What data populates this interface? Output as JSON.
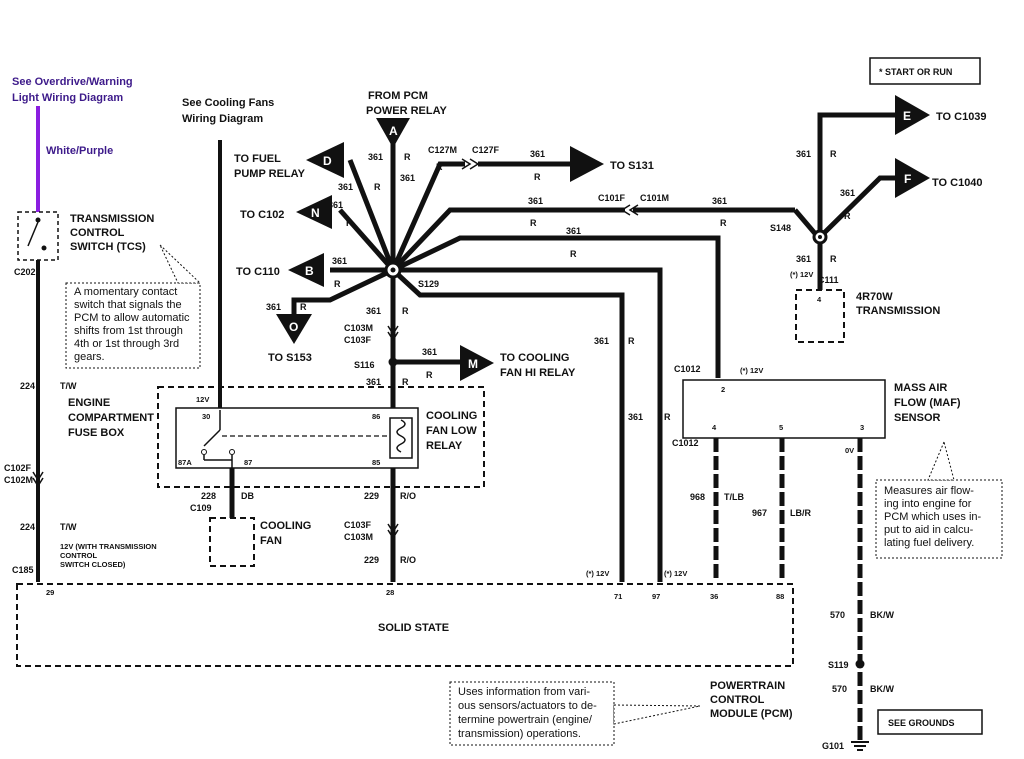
{
  "overdrive": {
    "line1": "See Overdrive/Warning",
    "line2": "Light Wiring Diagram",
    "wire_label": "White/Purple",
    "wire_color": "#8a1ee0"
  },
  "cooling_ref": {
    "line1": "See Cooling Fans",
    "line2": "Wiring Diagram"
  },
  "pcm_relay": {
    "line1": "FROM PCM",
    "line2": "POWER RELAY",
    "letter": "A"
  },
  "start_run": "* START OR RUN",
  "connectors": {
    "D": {
      "letter": "D",
      "line1": "TO FUEL",
      "line2": "PUMP RELAY"
    },
    "N": {
      "letter": "N",
      "label": "TO C102"
    },
    "B": {
      "letter": "B",
      "label": "TO C110"
    },
    "O": {
      "letter": "O",
      "label": "TO S153"
    },
    "M": {
      "letter": "M",
      "line1": "TO COOLING",
      "line2": "FAN HI RELAY"
    },
    "E": {
      "letter": "E",
      "label": "TO C1039"
    },
    "F": {
      "letter": "F",
      "label": "TO C1040"
    },
    "S131": {
      "label": "TO S131"
    }
  },
  "circuits": {
    "c361": "361",
    "r": "R",
    "c224": "224",
    "tw": "T/W",
    "c228": "228",
    "db": "DB",
    "c229": "229",
    "ro": "R/O",
    "c968": "968",
    "tlb": "T/LB",
    "c967": "967",
    "lbr": "LB/R",
    "c570": "570",
    "bkw": "BK/W"
  },
  "splices": {
    "S129": "S129",
    "S116": "S116",
    "S148": "S148",
    "S119": "S119",
    "C127M": "C127M",
    "C127F": "C127F",
    "C101F": "C101F",
    "C101M": "C101M",
    "C103M": "C103M",
    "C103F": "C103F",
    "C103F2": "C103F",
    "C103M2": "C103M",
    "C102F": "C102F",
    "C102M": "C102M",
    "C109": "C109",
    "C111": "C111",
    "C202": "C202",
    "C185": "C185",
    "C1012a": "C1012",
    "C1012b": "C1012",
    "G101": "G101"
  },
  "tcs": {
    "line1": "TRANSMISSION",
    "line2": "CONTROL",
    "line3": "SWITCH (TCS)"
  },
  "tcs_note": [
    "A momentary contact",
    "switch that signals the",
    "PCM to allow automatic",
    "shifts from 1st through",
    "4th or 1st through 3rd",
    "gears."
  ],
  "fuse_box": {
    "line1": "ENGINE",
    "line2": "COMPARTMENT",
    "line3": "FUSE BOX",
    "v12": "12V",
    "p30": "30",
    "p86": "86",
    "p87a": "87A",
    "p87": "87",
    "p85": "85"
  },
  "relay": {
    "line1": "COOLING",
    "line2": "FAN LOW",
    "line3": "RELAY"
  },
  "fan": {
    "line1": "COOLING",
    "line2": "FAN"
  },
  "trans": {
    "pin": "4",
    "line1": "4R70W",
    "line2": "TRANSMISSION",
    "v": "(*) 12V"
  },
  "maf": {
    "line1": "MASS AIR",
    "line2": "FLOW (MAF)",
    "line3": "SENSOR",
    "p2": "2",
    "p4": "4",
    "p5": "5",
    "p3": "3",
    "v": "(*) 12V",
    "ov": "0V"
  },
  "maf_note": [
    "Measures air flow-",
    "ing into engine for",
    "PCM which uses in-",
    "put to aid in calcu-",
    "lating fuel delivery."
  ],
  "pcm": {
    "center": "SOLID STATE",
    "line1": "POWERTRAIN",
    "line2": "CONTROL",
    "line3": "MODULE (PCM)",
    "p29": "29",
    "p28": "28",
    "p71": "71",
    "p97": "97",
    "p36": "36",
    "p88": "88",
    "v71": "(*) 12V",
    "v97": "(*) 12V"
  },
  "pcm_note": [
    "Uses information from vari-",
    "ous sensors/actuators to de-",
    "termine powertrain (engine/",
    "transmission) operations."
  ],
  "tcs_v": [
    "12V (WITH TRANSMISSION",
    "CONTROL",
    "SWITCH CLOSED)"
  ],
  "see_grounds": "SEE GROUNDS"
}
